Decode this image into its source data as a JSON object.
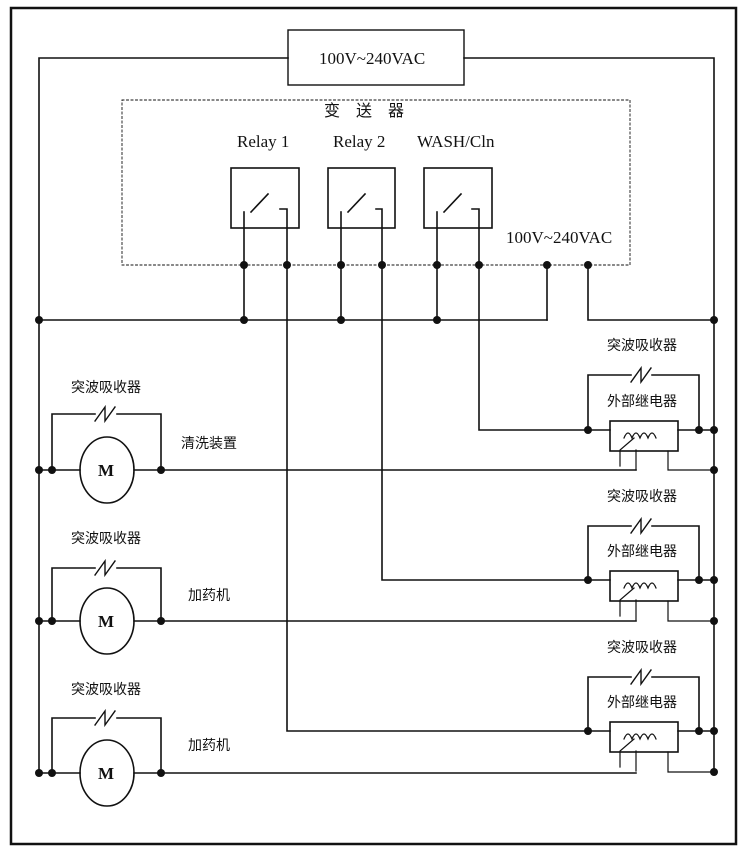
{
  "supply": {
    "label": "100V~240VAC"
  },
  "transmitter": {
    "title": "变 送 器",
    "relays": [
      "Relay 1",
      "Relay 2",
      "WASH/Cln"
    ],
    "power_label": "100V~240VAC"
  },
  "right_units": [
    {
      "surge": "突波吸收器",
      "relay": "外部继电器"
    },
    {
      "surge": "突波吸收器",
      "relay": "外部继电器"
    },
    {
      "surge": "突波吸收器",
      "relay": "外部继电器"
    }
  ],
  "left_units": [
    {
      "surge": "突波吸收器",
      "motor": "M",
      "device": "清洗装置"
    },
    {
      "surge": "突波吸收器",
      "motor": "M",
      "device": "加药机"
    },
    {
      "surge": "突波吸收器",
      "motor": "M",
      "device": "加药机"
    }
  ]
}
